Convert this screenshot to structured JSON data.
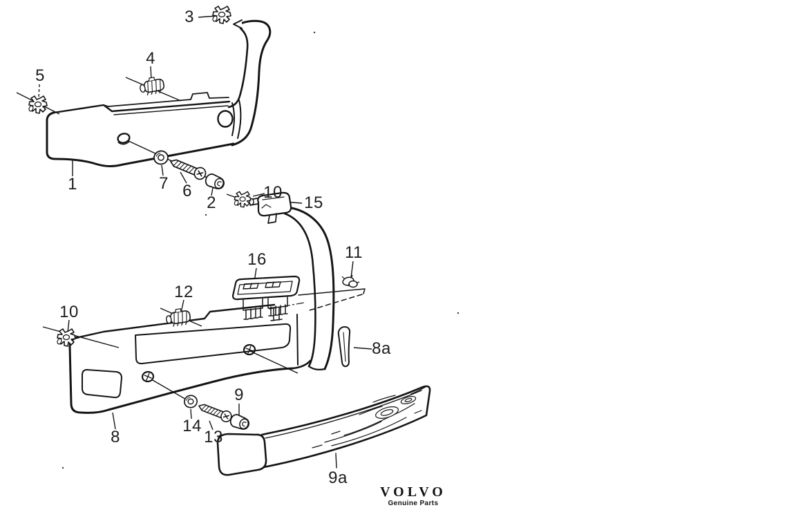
{
  "diagram": {
    "background_color": "#ffffff",
    "line_color": "#141414",
    "callouts": [
      {
        "text": "3"
      },
      {
        "text": "4"
      },
      {
        "text": "5"
      },
      {
        "text": "1"
      },
      {
        "text": "7"
      },
      {
        "text": "6"
      },
      {
        "text": "2"
      },
      {
        "text": "10"
      },
      {
        "text": "15"
      },
      {
        "text": "16"
      },
      {
        "text": "11"
      },
      {
        "text": "12"
      },
      {
        "text": "10"
      },
      {
        "text": "8a"
      },
      {
        "text": "9"
      },
      {
        "text": "14"
      },
      {
        "text": "13"
      },
      {
        "text": "8"
      },
      {
        "text": "9a"
      }
    ],
    "logo": {
      "brand": "VOLVO",
      "subtitle": "Genuine Parts"
    }
  }
}
